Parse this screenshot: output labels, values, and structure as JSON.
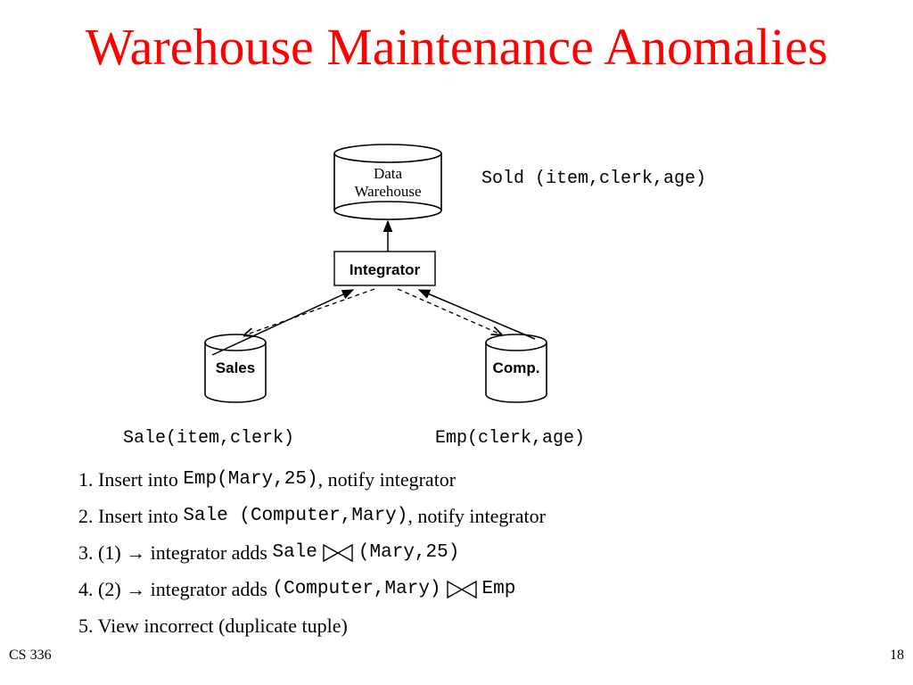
{
  "title": "Warehouse Maintenance Anomalies",
  "diagram": {
    "warehouse_label_line1": "Data",
    "warehouse_label_line2": "Warehouse",
    "integrator_label": "Integrator",
    "sales_label": "Sales",
    "comp_label": "Comp."
  },
  "schemas": {
    "sold": "Sold (item,clerk,age)",
    "sale": "Sale(item,clerk)",
    "emp": "Emp(clerk,age)"
  },
  "steps": [
    {
      "prefix": "1. Insert into ",
      "code": "Emp(Mary,25)",
      "suffix": ", notify integrator"
    },
    {
      "prefix": "2. Insert into ",
      "code": "Sale (Computer,Mary)",
      "suffix": ", notify integrator"
    },
    {
      "prefix": "3. (1) → integrator adds ",
      "code_left": "Sale",
      "code_right": "(Mary,25)"
    },
    {
      "prefix": "4. (2) → integrator adds ",
      "code_left": "(Computer,Mary)",
      "code_right": "Emp"
    },
    {
      "text": "5. View incorrect (duplicate tuple)"
    }
  ],
  "footer": {
    "course": "CS 336",
    "page": "18"
  }
}
